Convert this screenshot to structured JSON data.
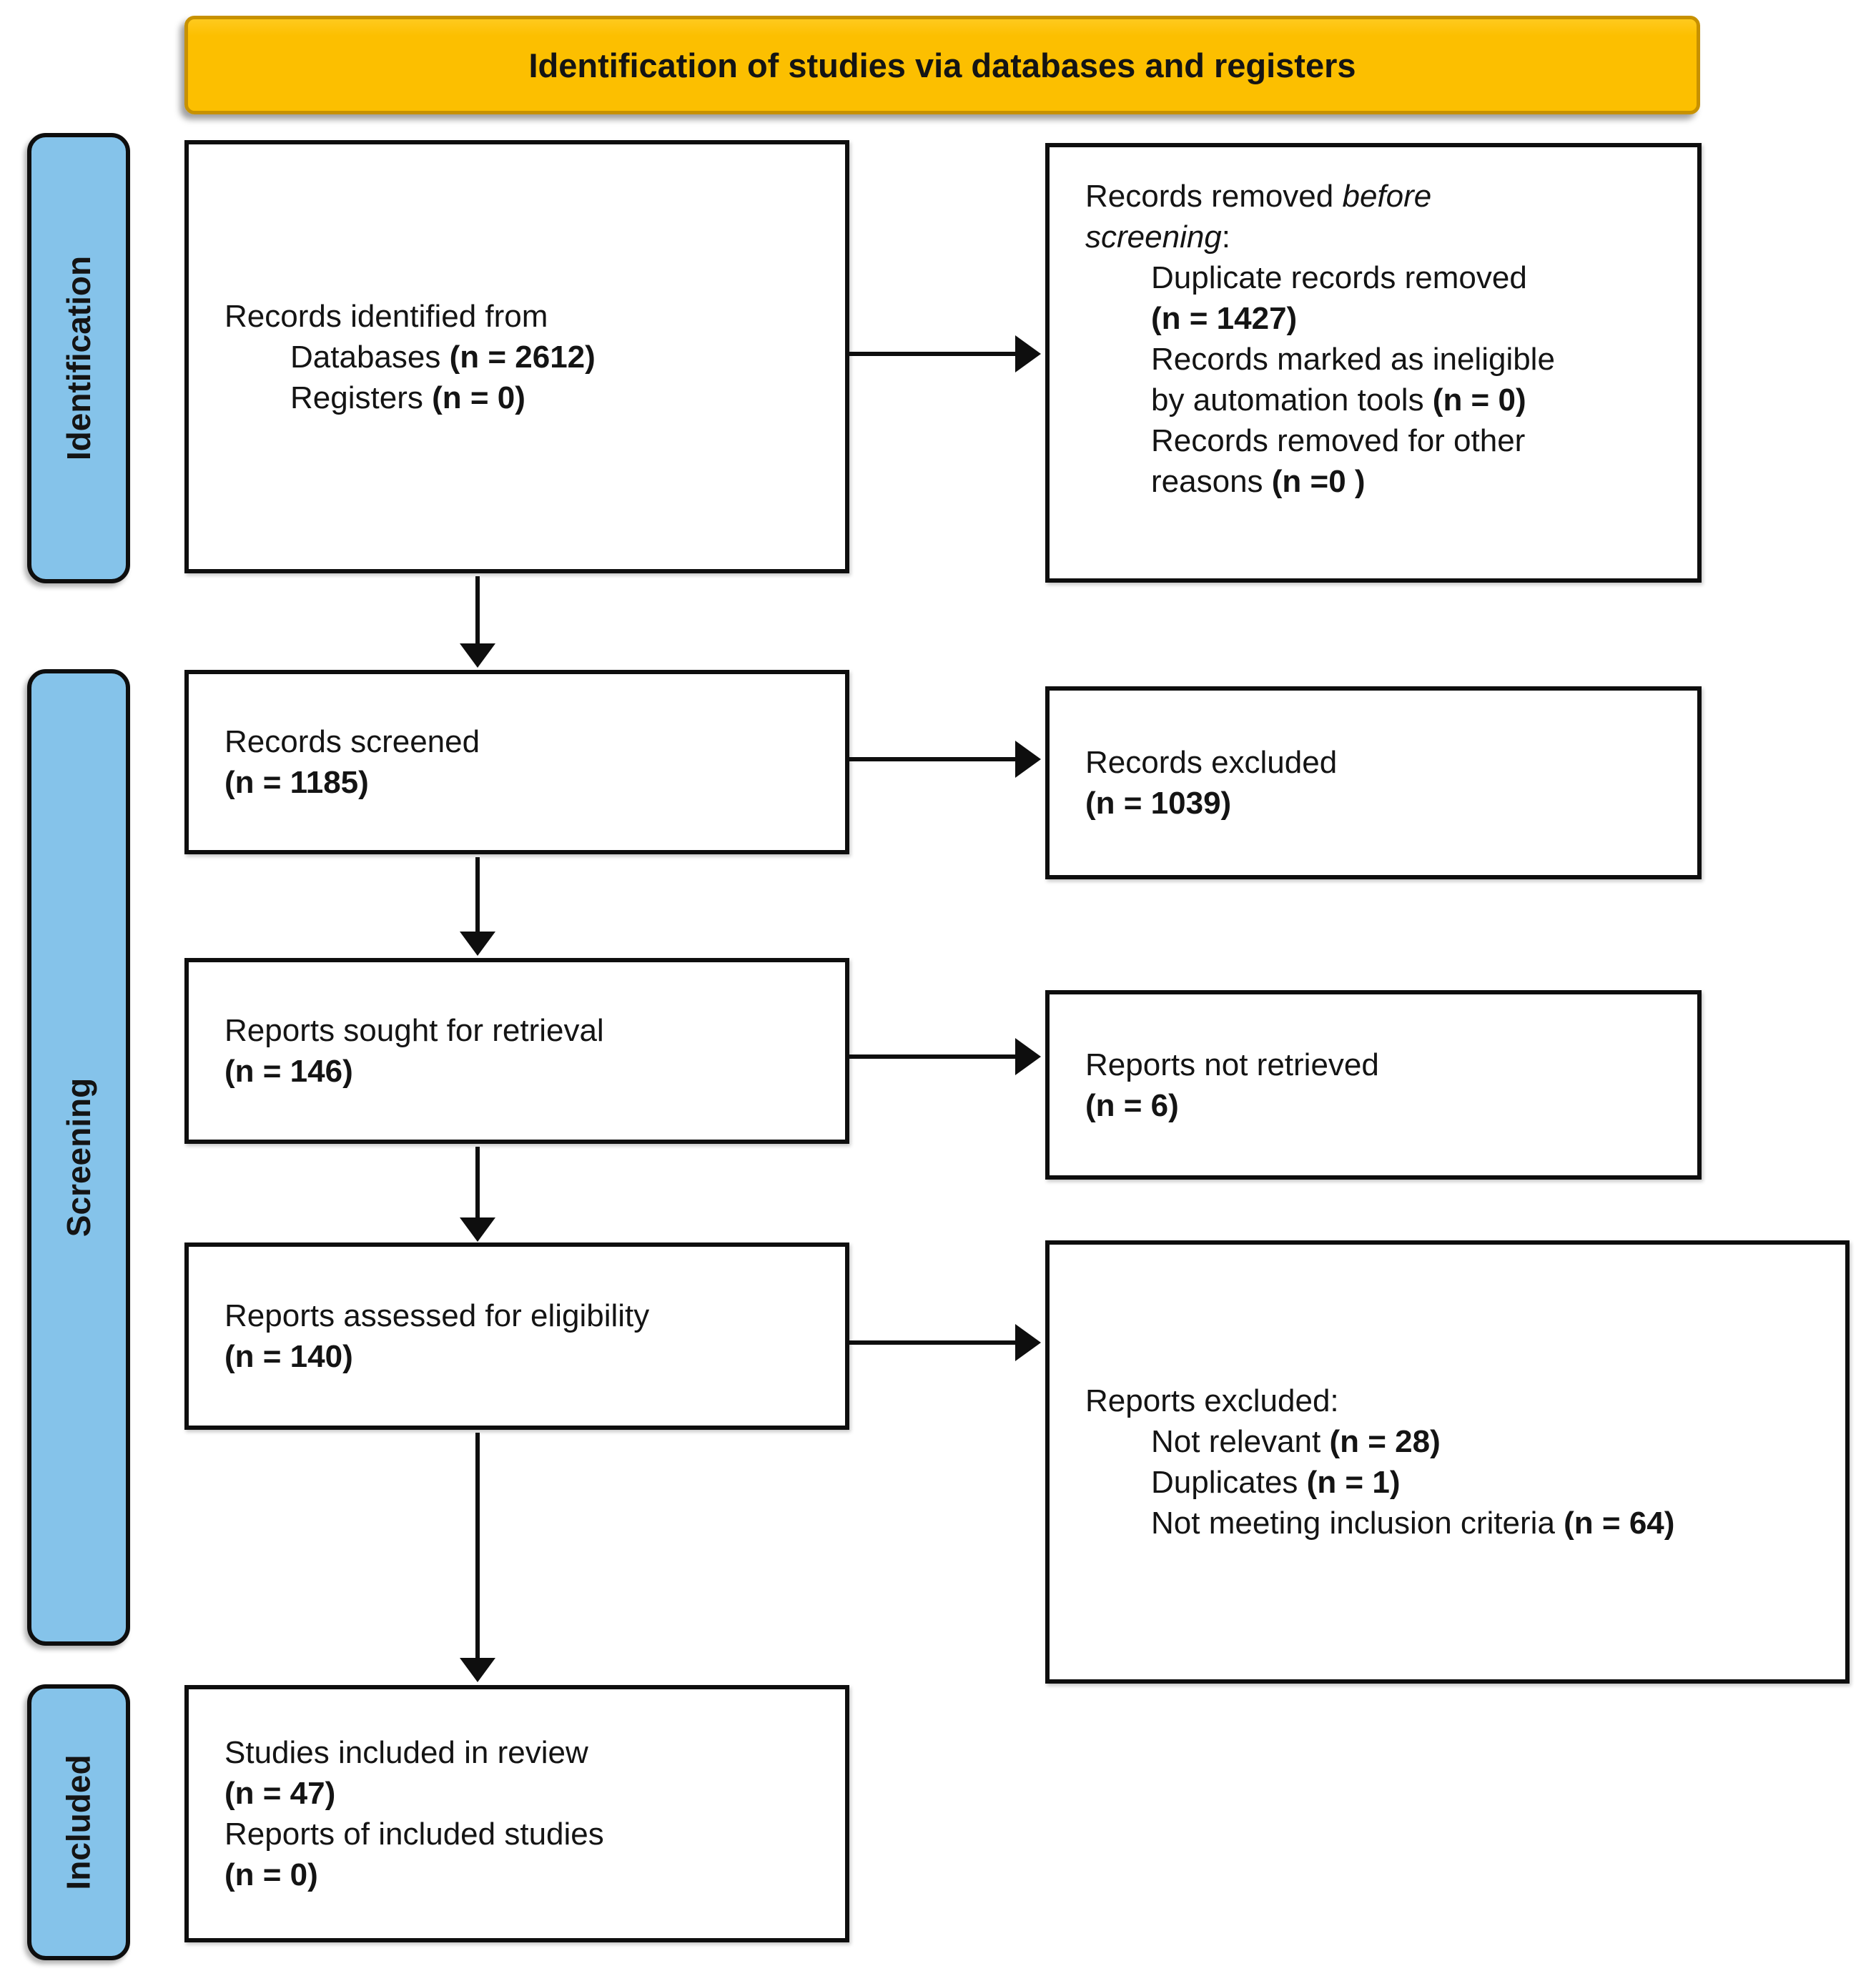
{
  "title": "Identification of studies via databases and registers",
  "stages": [
    {
      "label": "Identification"
    },
    {
      "label": "Screening"
    },
    {
      "label": "Included"
    }
  ],
  "colors": {
    "banner": "#fcbf00",
    "banner_border": "#c79100",
    "stage_fill": "#85c3ea",
    "box_border": "#0e0e0e"
  },
  "boxes": {
    "records_identified": {
      "lines": [
        {
          "segs": [
            {
              "t": "Records identified from"
            }
          ]
        },
        {
          "indent": true,
          "segs": [
            {
              "t": "Databases "
            },
            {
              "t": "(n = 2612)",
              "b": true
            }
          ]
        },
        {
          "indent": true,
          "segs": [
            {
              "t": "Registers "
            },
            {
              "t": "(n = 0)",
              "b": true
            }
          ]
        }
      ]
    },
    "records_removed": {
      "lines": [
        {
          "segs": [
            {
              "t": "Records removed "
            },
            {
              "t": "before",
              "i": true
            }
          ]
        },
        {
          "segs": [
            {
              "t": "screening",
              "i": true
            },
            {
              "t": ":"
            }
          ]
        },
        {
          "indent": true,
          "segs": [
            {
              "t": "Duplicate records removed"
            }
          ]
        },
        {
          "indent": true,
          "segs": [
            {
              "t": "(n = 1427)",
              "b": true
            }
          ]
        },
        {
          "indent": true,
          "segs": [
            {
              "t": "Records marked as ineligible"
            }
          ]
        },
        {
          "indent": true,
          "segs": [
            {
              "t": "by automation tools "
            },
            {
              "t": "(n = 0)",
              "b": true
            }
          ]
        },
        {
          "indent": true,
          "segs": [
            {
              "t": "Records removed for other"
            }
          ]
        },
        {
          "indent": true,
          "segs": [
            {
              "t": "reasons "
            },
            {
              "t": "(n =0 )",
              "b": true
            }
          ]
        }
      ]
    },
    "records_screened": {
      "lines": [
        {
          "segs": [
            {
              "t": "Records screened"
            }
          ]
        },
        {
          "segs": [
            {
              "t": "(n = 1185)",
              "b": true
            }
          ]
        }
      ]
    },
    "records_excluded": {
      "lines": [
        {
          "segs": [
            {
              "t": "Records excluded"
            }
          ]
        },
        {
          "segs": [
            {
              "t": "(n = 1039)",
              "b": true
            }
          ]
        }
      ]
    },
    "reports_sought": {
      "lines": [
        {
          "segs": [
            {
              "t": "Reports sought for retrieval"
            }
          ]
        },
        {
          "segs": [
            {
              "t": "(n = 146)",
              "b": true
            }
          ]
        }
      ]
    },
    "reports_not_retrieved": {
      "lines": [
        {
          "segs": [
            {
              "t": "Reports not retrieved"
            }
          ]
        },
        {
          "segs": [
            {
              "t": "(n = 6)",
              "b": true
            }
          ]
        }
      ]
    },
    "reports_assessed": {
      "lines": [
        {
          "segs": [
            {
              "t": "Reports assessed for eligibility"
            }
          ]
        },
        {
          "segs": [
            {
              "t": "(n = 140)",
              "b": true
            }
          ]
        }
      ]
    },
    "reports_excluded": {
      "lines": [
        {
          "segs": [
            {
              "t": "Reports excluded:"
            }
          ]
        },
        {
          "indent": true,
          "segs": [
            {
              "t": "Not relevant "
            },
            {
              "t": "(n = 28)",
              "b": true
            }
          ]
        },
        {
          "indent": true,
          "segs": [
            {
              "t": "Duplicates "
            },
            {
              "t": "(n = 1)",
              "b": true
            }
          ]
        },
        {
          "indent": true,
          "segs": [
            {
              "t": "Not meeting inclusion criteria "
            },
            {
              "t": "(n = 64)",
              "b": true
            }
          ]
        }
      ]
    },
    "studies_included": {
      "lines": [
        {
          "segs": [
            {
              "t": "Studies included in review"
            }
          ]
        },
        {
          "segs": [
            {
              "t": "(n = 47)",
              "b": true
            }
          ]
        },
        {
          "segs": [
            {
              "t": "Reports of included studies"
            }
          ]
        },
        {
          "segs": [
            {
              "t": "(n = 0)",
              "b": true
            }
          ]
        }
      ]
    }
  }
}
